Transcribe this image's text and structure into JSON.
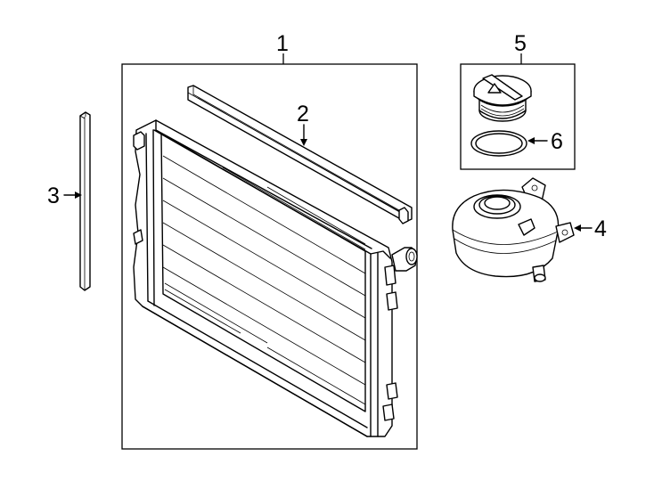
{
  "diagram": {
    "callouts": [
      {
        "id": "1"
      },
      {
        "id": "2"
      },
      {
        "id": "3"
      },
      {
        "id": "4"
      },
      {
        "id": "5"
      },
      {
        "id": "6"
      }
    ]
  }
}
